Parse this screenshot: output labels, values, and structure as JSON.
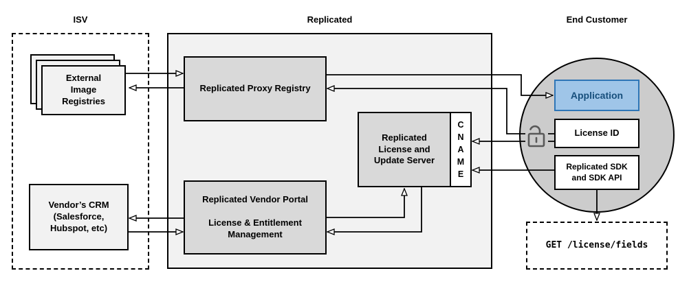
{
  "titles": {
    "isv": "ISV",
    "replicated": "Replicated",
    "end_customer": "End Customer"
  },
  "nodes": {
    "external_registries": {
      "label": "External\nImage\nRegistries"
    },
    "vendor_crm": {
      "label": "Vendor’s CRM\n(Salesforce,\nHubspot, etc)"
    },
    "proxy_registry": {
      "label": "Replicated Proxy Registry"
    },
    "license_update_server": {
      "label": "Replicated\nLicense and\nUpdate Server"
    },
    "cname": {
      "label": "CNAME"
    },
    "vendor_portal": {
      "label": "Replicated Vendor Portal\n\nLicense & Entitlement\nManagement"
    },
    "application": {
      "label": "Application"
    },
    "license_id": {
      "label": "License ID"
    },
    "replicated_sdk": {
      "label": "Replicated SDK\nand SDK API"
    },
    "get_license_fields": {
      "label": "GET /license/fields"
    }
  },
  "icons": {
    "open_padlock": "open-padlock-icon",
    "registry_stack": "stacked-registries-icon"
  },
  "colors": {
    "application_fill": "#9fc5e8",
    "application_border": "#2e75b6",
    "application_text": "#174f7c",
    "inner_box_gray": "#d9d9d9",
    "panel_light_gray": "#f2f2f2",
    "customer_circle_gray": "#cccccc",
    "line_black": "#000000",
    "lock_gray": "#595959"
  }
}
